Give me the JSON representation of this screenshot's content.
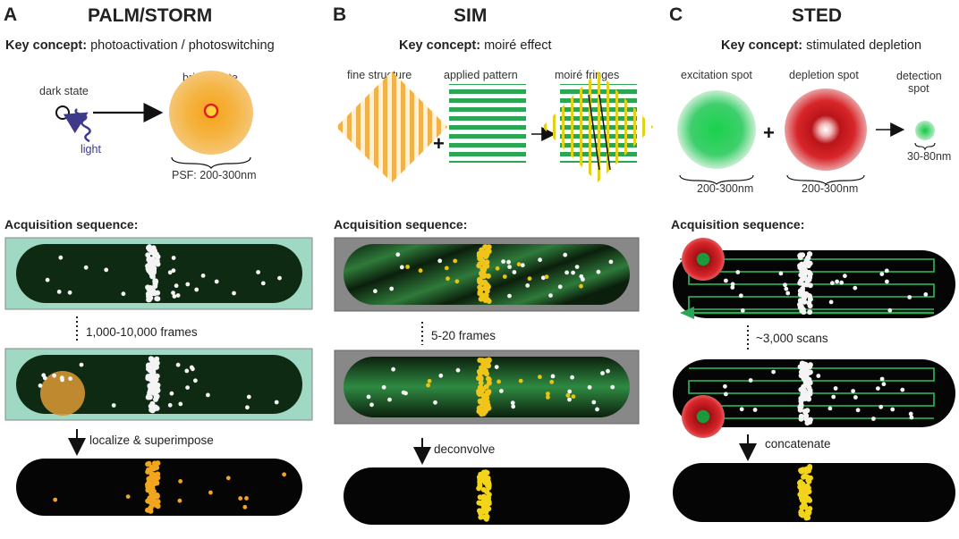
{
  "colors": {
    "cell_dark": "#0f2a12",
    "cell_black": "#050505",
    "palm_bg": "#9fd9c4",
    "sim_bg": "#888888",
    "orange": "#f4b646",
    "green": "#2fb25a",
    "red": "#d11f24",
    "yellow": "#f4d01a",
    "light_arrow": "#3d3a8a"
  },
  "panels": [
    {
      "letter": "A",
      "title": "PALM/STORM",
      "concept_key": "Key concept:",
      "concept_text": " photoactivation / photoswitching",
      "labels": {
        "dark": "dark state",
        "bright": "bright state",
        "light": "light",
        "psf": "PSF: 200-300nm"
      },
      "acq_title": "Acquisition sequence:",
      "frames": "1,000-10,000 frames",
      "final_step": "localize & superimpose"
    },
    {
      "letter": "B",
      "title": "SIM",
      "concept_key": "Key concept:",
      "concept_text": " moiré effect",
      "labels": {
        "fine": "fine structure",
        "applied": "applied pattern",
        "moire": "moiré fringes"
      },
      "acq_title": "Acquisition sequence:",
      "frames": "5-20 frames",
      "final_step": "deconvolve"
    },
    {
      "letter": "C",
      "title": "STED",
      "concept_key": "Key concept:",
      "concept_text": " stimulated depletion",
      "labels": {
        "excitation": "excitation spot",
        "depletion": "depletion spot",
        "detection1": "detection",
        "detection2": "spot",
        "size_exc": "200-300nm",
        "size_dep": "200-300nm",
        "size_det": "30-80nm"
      },
      "acq_title": "Acquisition sequence:",
      "frames": "~3,000 scans",
      "final_step": "concatenate"
    }
  ]
}
